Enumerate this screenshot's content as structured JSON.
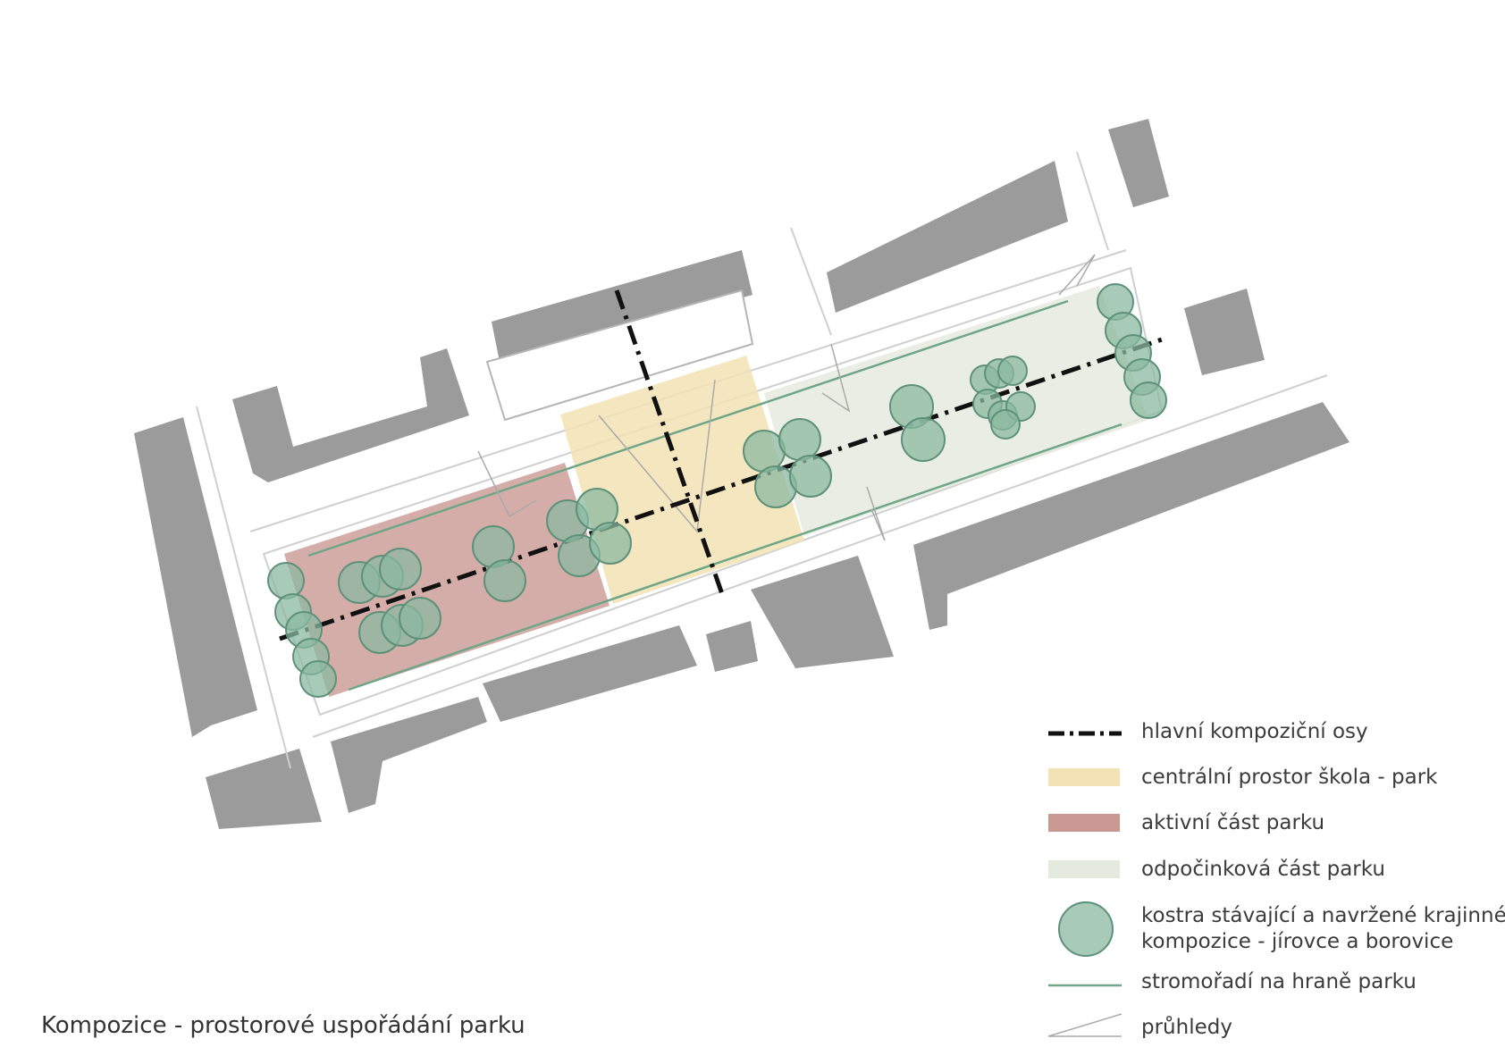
{
  "caption": "Kompozice - prostorové uspořádání parku",
  "legend": {
    "axes": "hlavní kompoziční osy",
    "central": "centrální prostor škola - park",
    "active": "aktivní část parku",
    "rest": "odpočinková část parku",
    "trees_line1": "kostra stávající a navržené krajinné",
    "trees_line2": "kompozice - jírovce a borovice",
    "tree_rows": "stromořadí na hraně parku",
    "views": "průhledy"
  },
  "colors": {
    "central_zone": "#f2e2b4",
    "active_zone": "#c99893",
    "rest_zone": "#e5eadf",
    "tree_fill": "#8bb8a0",
    "tree_stroke": "#5e917a",
    "tree_row": "#6fa687",
    "buildings": "#9b9b9b",
    "axis": "#111111"
  },
  "icons": {
    "axis": "dash-dot-line-icon",
    "tree": "tree-circle-icon",
    "view": "view-wedge-icon"
  }
}
